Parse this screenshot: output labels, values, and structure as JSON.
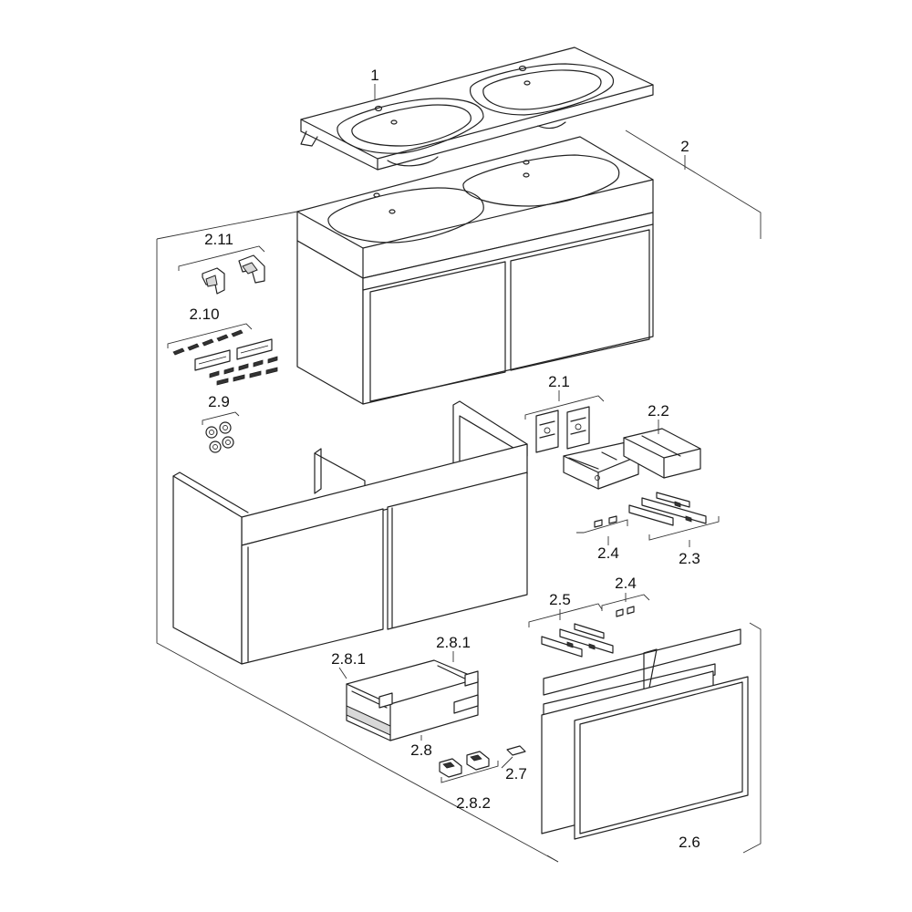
{
  "labels": {
    "l1": "1",
    "l2": "2",
    "l2_1": "2.1",
    "l2_2": "2.2",
    "l2_3": "2.3",
    "l2_4a": "2.4",
    "l2_4b": "2.4",
    "l2_5": "2.5",
    "l2_6": "2.6",
    "l2_7": "2.7",
    "l2_8": "2.8",
    "l2_8_1a": "2.8.1",
    "l2_8_1b": "2.8.1",
    "l2_8_2": "2.8.2",
    "l2_9": "2.9",
    "l2_10": "2.10",
    "l2_11": "2.11"
  }
}
